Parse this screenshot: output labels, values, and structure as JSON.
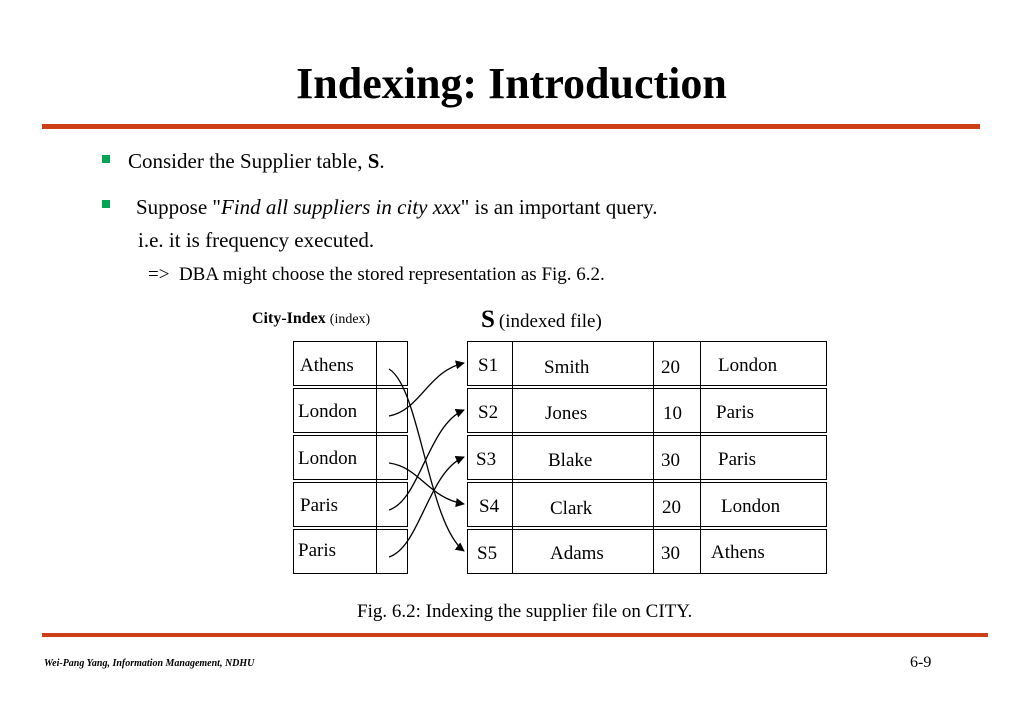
{
  "slide": {
    "title": "Indexing: Introduction",
    "accent_color": "#cc3f17",
    "bullet_color": "#00a651"
  },
  "bullets": [
    {
      "text_before": "Consider the Supplier table, ",
      "bold": "S",
      "text_after": "."
    },
    {
      "text_before": "Suppose \"",
      "italic": "Find all suppliers in city xxx",
      "text_after": "\" is an important query."
    }
  ],
  "continuation": "i.e. it is frequency executed.",
  "sub_point": {
    "arrow": "=>",
    "text": "DBA might choose the stored representation as Fig. 6.2."
  },
  "figure": {
    "index_caption_bold": "City-Index",
    "index_caption_small": "(index)",
    "file_caption_bold": "S",
    "file_caption_small": "(indexed file)",
    "index_rows": [
      "Athens",
      "London",
      "London",
      "Paris",
      "Paris"
    ],
    "file_rows": [
      {
        "sno": "S1",
        "name": "Smith",
        "status": "20",
        "city": "London"
      },
      {
        "sno": "S2",
        "name": "Jones",
        "status": "10",
        "city": "Paris"
      },
      {
        "sno": "S3",
        "name": "Blake",
        "status": "30",
        "city": "Paris"
      },
      {
        "sno": "S4",
        "name": "Clark",
        "status": "20",
        "city": "London"
      },
      {
        "sno": "S5",
        "name": "Adams",
        "status": "30",
        "city": "Athens"
      }
    ],
    "pointers": [
      4,
      0,
      3,
      1,
      2
    ],
    "caption": "Fig. 6.2: Indexing the supplier file on CITY."
  },
  "footer": {
    "author": "Wei-Pang Yang, Information Management, NDHU",
    "page": "6-9"
  }
}
